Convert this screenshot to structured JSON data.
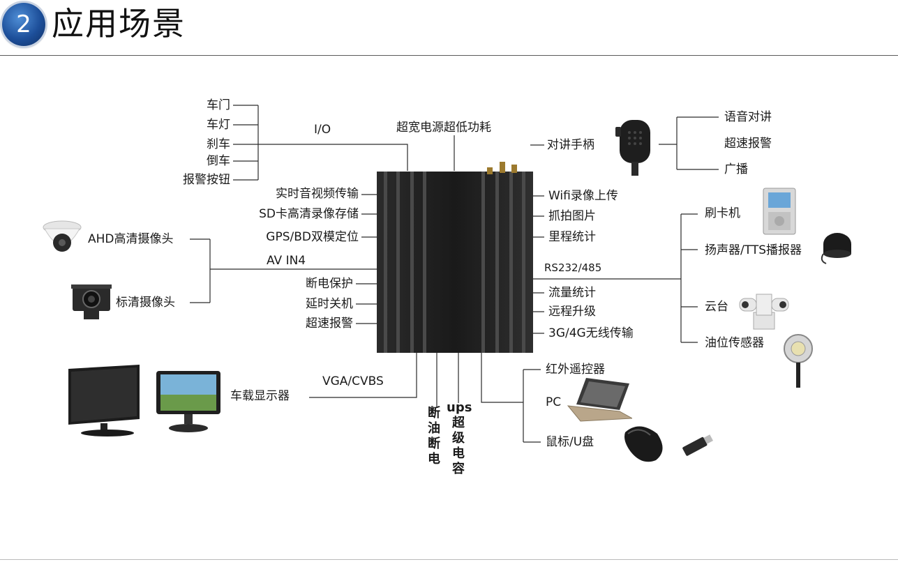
{
  "header": {
    "number": "2",
    "title": "应用场景"
  },
  "hub": {
    "top_caption": "超宽电源超低功耗"
  },
  "left_io": {
    "items": [
      "车门",
      "车灯",
      "刹车",
      "倒车",
      "报警按钮"
    ],
    "bus": "I/O"
  },
  "left_features_top": [
    "实时音视频传输",
    "SD卡高清录像存储",
    "GPS/BD双模定位"
  ],
  "left_cameras": {
    "items": [
      "AHD高清摄像头",
      "标清摄像头"
    ],
    "bus": "AV  IN4"
  },
  "left_features_bottom": [
    "断电保护",
    "延时关机",
    "超速报警"
  ],
  "display": {
    "label": "车载显示器",
    "bus": "VGA/CVBS"
  },
  "bottom": {
    "fuel_cut": "断油断电",
    "ups_title": "ups",
    "ups_rest": "超级电容"
  },
  "right_mic": {
    "label": "对讲手柄",
    "items": [
      "语音对讲",
      "超速报警",
      "广播"
    ]
  },
  "right_features_top": [
    "Wifi录像上传",
    "抓拍图片",
    "里程统计"
  ],
  "right_serial": {
    "bus": "RS232/485",
    "items": [
      "刷卡机",
      "扬声器/TTS播报器",
      "云台",
      "油位传感器"
    ]
  },
  "right_features_bottom": [
    "流量统计",
    "远程升级",
    "3G/4G无线传输"
  ],
  "right_usb": {
    "items": [
      "红外遥控器",
      "PC",
      "鼠标/U盘"
    ]
  }
}
